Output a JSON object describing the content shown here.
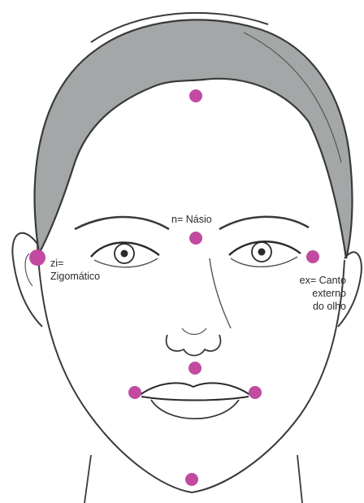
{
  "diagram": {
    "labels": {
      "n": "n= Násio",
      "zi_line1": "zi=",
      "zi_line2": "Zigomático",
      "ex_line1": "ex= Canto",
      "ex_line2": "externo",
      "ex_line3": "do olho"
    },
    "colors": {
      "landmark": "#c24aa0",
      "hair": "#a4a7a7",
      "line": "#3a3a3a"
    }
  }
}
